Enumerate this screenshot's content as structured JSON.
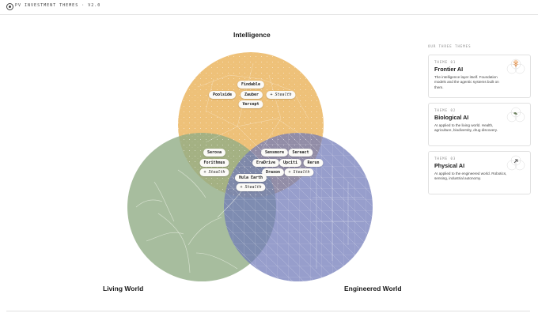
{
  "header": {
    "title": "PV INVESTMENT THEMES · V2.0",
    "logo_icon": "pv-logo-icon"
  },
  "venn": {
    "sets": [
      {
        "id": "intelligence",
        "label": "Intelligence",
        "color": "#e9b463"
      },
      {
        "id": "living",
        "label": "Living World",
        "color": "#8eab84"
      },
      {
        "id": "engineered",
        "label": "Engineered World",
        "color": "#6e78b8"
      }
    ],
    "regions": {
      "intelligence_only": [
        "Findable",
        "Poolside",
        "Zauber",
        "+ Stealth",
        "Vercept"
      ],
      "intelligence_living": [
        "Serova",
        "Forithmus",
        "+ Stealth"
      ],
      "intelligence_engineered": [
        "Sensmore",
        "Sereact",
        "EraDrive",
        "Upciti",
        "Rerun",
        "Draxon",
        "+ Stealth"
      ],
      "center": [
        "Hula Earth",
        "+ Stealth"
      ]
    }
  },
  "themes": {
    "caption": "OUR THREE THEMES",
    "cards": [
      {
        "num": "THEME 01",
        "title": "Frontier AI",
        "desc": "The intelligence layer itself. Foundation models and the agentic systems built on them.",
        "icon": "brain-tree-icon",
        "accent": "#d9823a"
      },
      {
        "num": "THEME 02",
        "title": "Biological AI",
        "desc": "AI applied to the living world. Health, agriculture, biodiversity, drug discovery.",
        "icon": "leaf-icon",
        "accent": "#6b7f5e"
      },
      {
        "num": "THEME 03",
        "title": "Physical AI",
        "desc": "AI applied to the engineered world. Robotics, sensing, industrial autonomy.",
        "icon": "circuit-icon",
        "accent": "#555555"
      }
    ]
  }
}
